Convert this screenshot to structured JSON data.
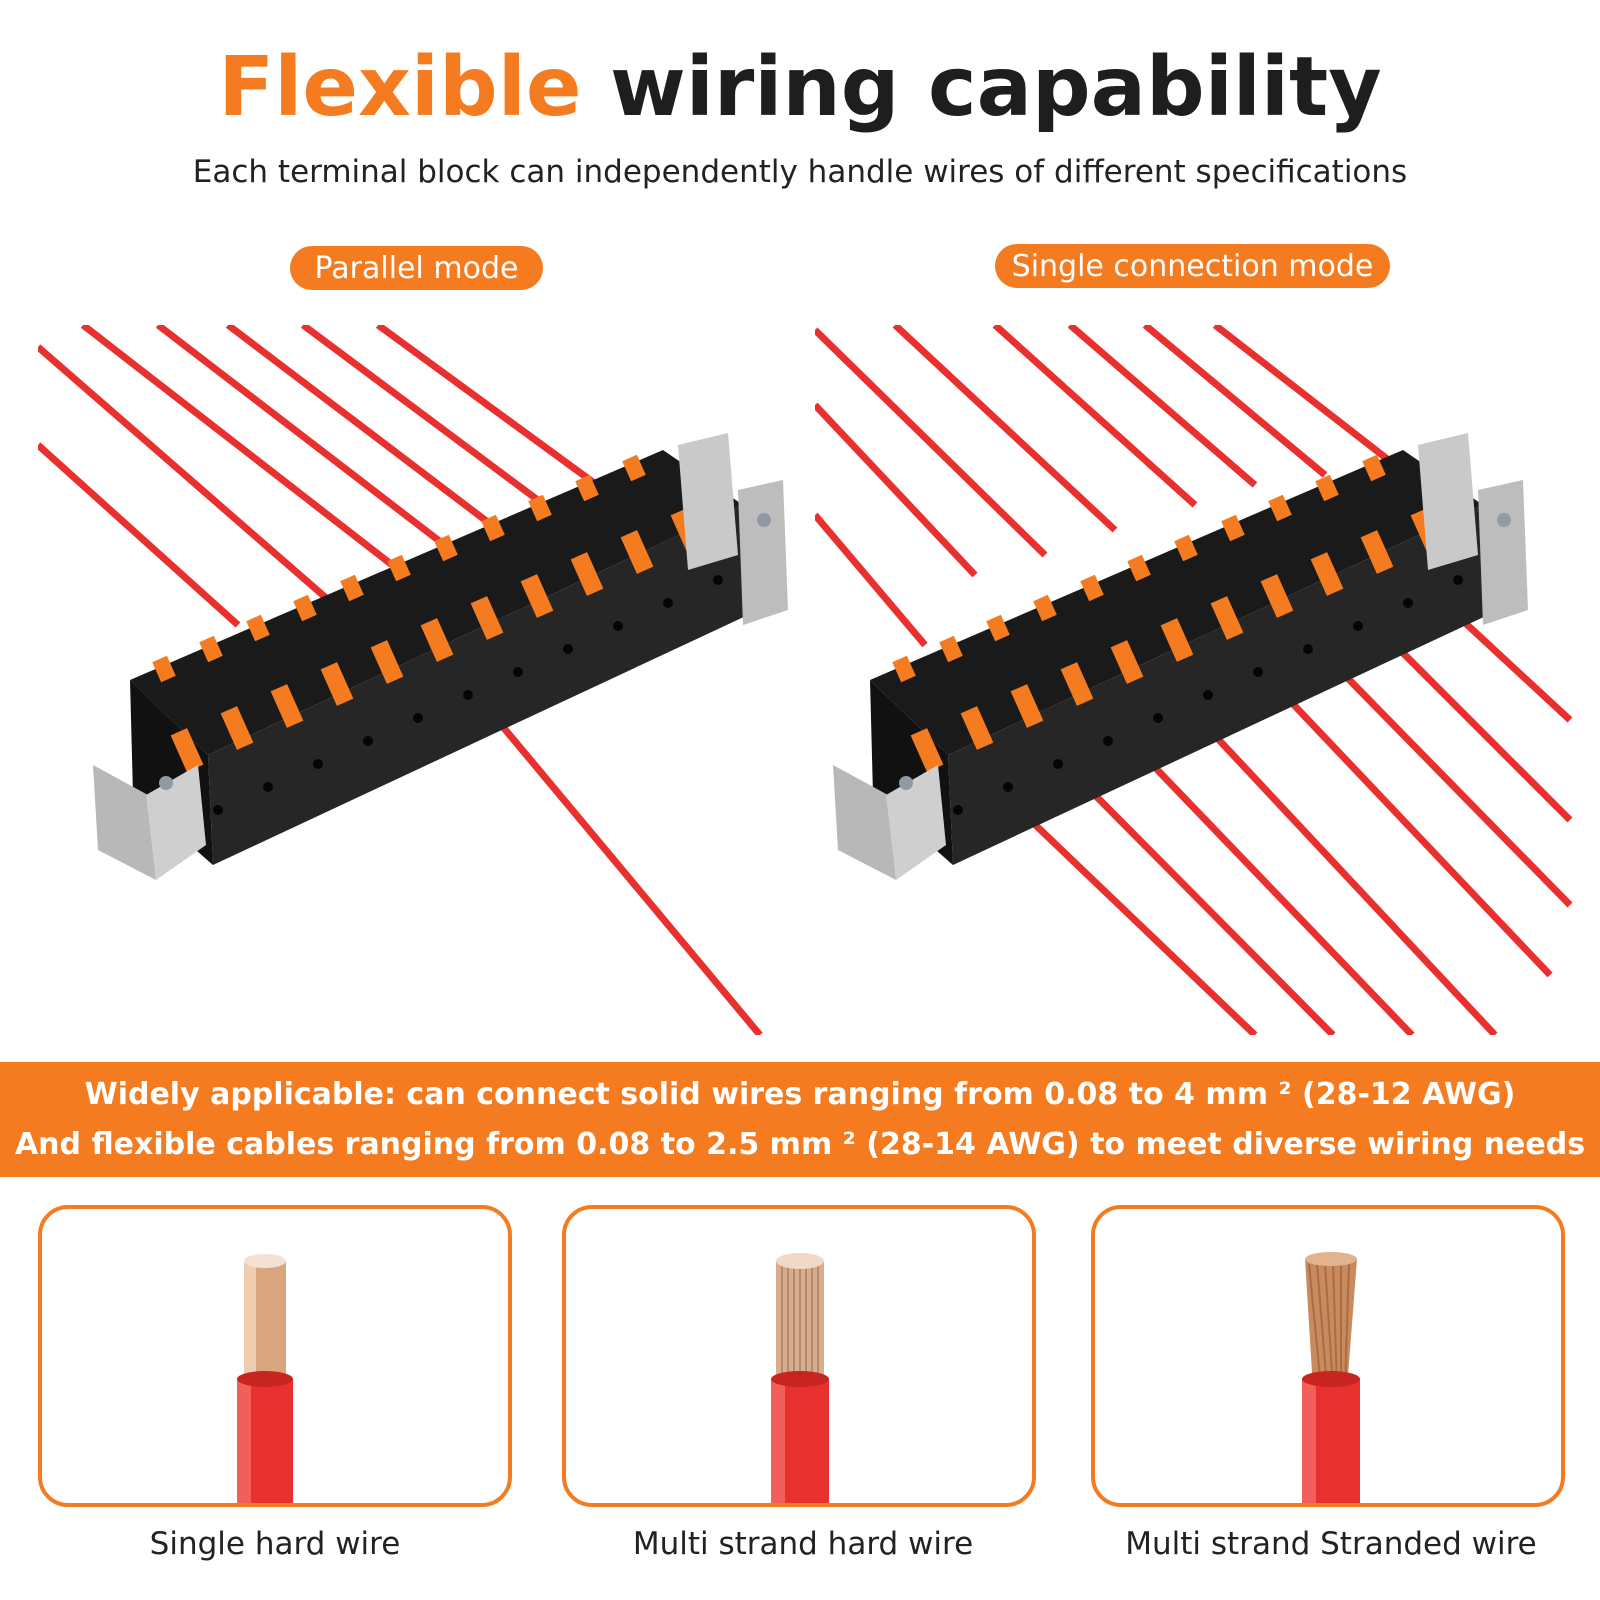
{
  "title": {
    "accent": "Flexible",
    "rest": " wiring capability"
  },
  "subtitle": "Each terminal block can independently handle wires of different specifications",
  "modes": [
    {
      "label": "Parallel mode"
    },
    {
      "label": "Single connection mode"
    }
  ],
  "banner": {
    "line1": "Widely applicable: can connect solid wires ranging from 0.08 to 4 mm ² (28-12 AWG)",
    "line2": "And flexible cables ranging from 0.08 to 2.5 mm ² (28-14 AWG) to meet diverse wiring needs"
  },
  "wire_types": [
    {
      "label": "Single hard wire"
    },
    {
      "label": "Multi strand hard wire"
    },
    {
      "label": "Multi strand Stranded wire"
    }
  ],
  "colors": {
    "accent": "#f47b20",
    "wire": "#e8302e",
    "block": "#1d1d1d",
    "copper": "#d9a57e"
  }
}
